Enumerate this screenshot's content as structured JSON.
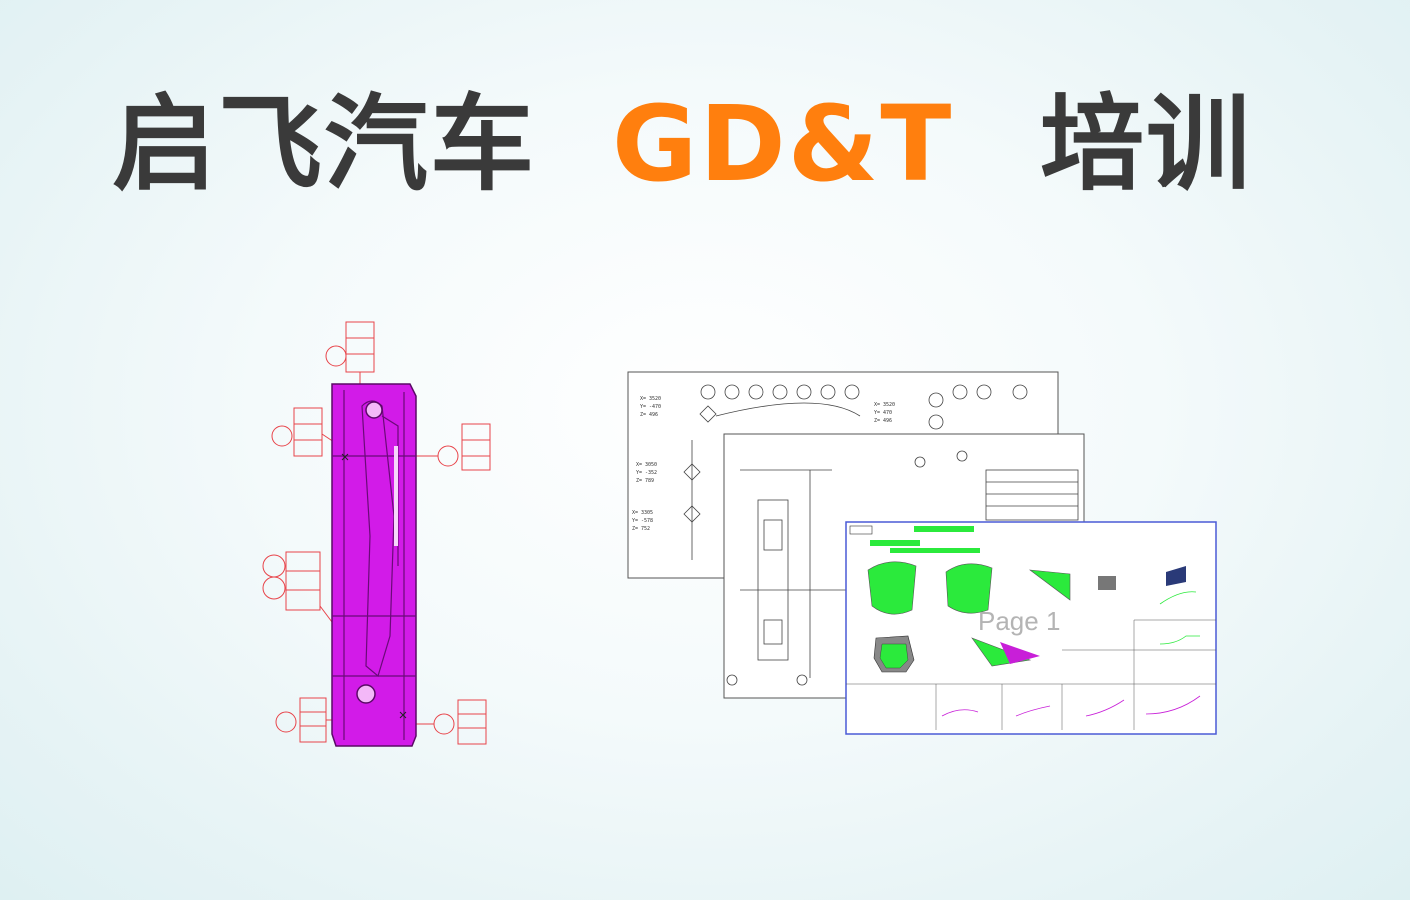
{
  "title": {
    "brand": "启飞汽车",
    "topic": "GD&T",
    "suffix": "培训"
  },
  "colors": {
    "title_dark": "#3a3a3a",
    "title_accent": "#ff7f0e",
    "part_magenta": "#d21be8",
    "annotation_red": "#e8444a",
    "sheet_green": "#2bea3c",
    "sheet_border_blue": "#4a5ad6"
  },
  "images": {
    "part_drawing": "magenta-part-with-red-gdt-annotations",
    "drawing_sheets": "stacked-gdt-drawing-sheets"
  },
  "sheet_watermark": "Page 1"
}
